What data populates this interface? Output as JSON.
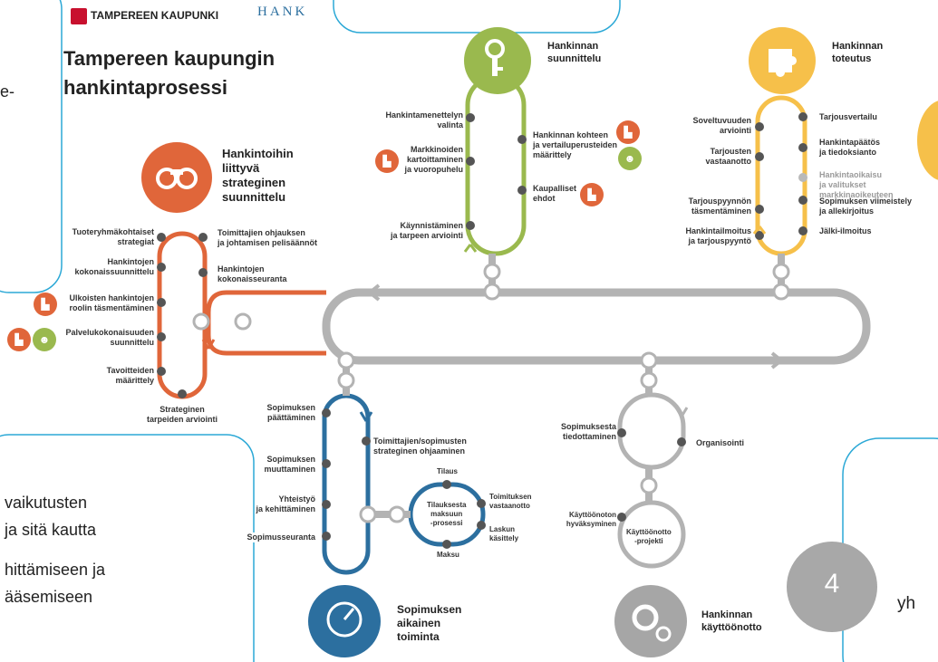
{
  "header": {
    "org_name": "TAMPEREEN KAUPUNKI",
    "hank_logo": "HANK",
    "title_line1": "Tampereen kaupungin",
    "title_line2": "hankintaprosessi"
  },
  "colors": {
    "strategic": "#e0663a",
    "planning": "#9ab94e",
    "execution": "#f6c04a",
    "contract": "#2c6f9f",
    "deployment": "#a6a6a6",
    "main_loop": "#b3b3b3"
  },
  "sections": {
    "strategic": {
      "title": "Hankintoihin\nliittyvä\nstrateginen\nsuunnittelu",
      "icon": "binoculars-icon",
      "left_labels": [
        "Tuoteryhmäkohtaiset\nstrategiat",
        "Hankintojen\nkokonaissuunnittelu",
        "Ulkoisten hankintojen\nroolin täsmentäminen",
        "Palvelukokonaisuuden\nsuunnittelu",
        "Tavoitteiden\nmäärittely"
      ],
      "right_labels": [
        "Toimittajien ohjauksen\nja johtamisen pelisäännöt",
        "Hankintojen\nkokonaisseuranta"
      ],
      "bottom_label": "Strateginen\ntarpeiden arviointi"
    },
    "planning": {
      "title": "Hankinnan\nsuunnittelu",
      "icon": "key-icon",
      "left_labels": [
        "Hankintamenettelyn\nvalinta",
        "Markkinoiden\nkartoittaminen\nja vuoropuhelu",
        "Käynnistäminen\nja tarpeen arviointi"
      ],
      "right_labels": [
        "Hankinnan kohteen\nja vertailuperusteiden\nmäärittely",
        "Kaupalliset\nehdot"
      ]
    },
    "execution": {
      "title": "Hankinnan\ntoteutus",
      "icon": "puzzle-icon",
      "left_labels": [
        "Soveltuvuuden\narviointi",
        "Tarjousten\nvastaanotto",
        "Tarjouspyynnön\ntäsmentäminen",
        "Hankintailmoitus\nja tarjouspyyntö"
      ],
      "right_labels": [
        "Tarjousvertailu",
        "Hankintapäätös\nja tiedoksianto",
        "Hankintaoikaisu\nja valitukset markkinaoikeuteen",
        "Sopimuksen viimeistely\nja allekirjoitus",
        "Jälki-ilmoitus"
      ]
    },
    "contract": {
      "title": "Sopimuksen\naikainen\ntoiminta",
      "icon": "gauge-icon",
      "left_labels": [
        "Sopimuksen\npäättäminen",
        "Sopimuksen\nmuuttaminen",
        "Yhteistyö\nja kehittäminen",
        "Sopimusseuranta"
      ],
      "right_label": "Toimittajien/sopimusten\nstrateginen ohjaaminen",
      "sub_center": "Tilauksesta\nmaksuun\n-prosessi",
      "sub_labels": [
        "Tilaus",
        "Toimituksen\nvastaanotto",
        "Laskun\nkäsittely",
        "Maksu"
      ]
    },
    "deployment": {
      "title": "Hankinnan\nkäyttöönotto",
      "icon": "gears-icon",
      "labels": [
        "Sopimuksesta\ntiedottaminen",
        "Organisointi",
        "Käyttöönoton\nhyväksyminen",
        "Käyttöönotto\n-projekti"
      ]
    }
  },
  "side_text": {
    "left_top": "e-",
    "left_bottom": [
      "vaikutusten",
      "ja sitä kautta",
      "hittämiseen ja",
      "ääsemiseen"
    ],
    "right_bottom": "yh"
  },
  "page_number": "4"
}
